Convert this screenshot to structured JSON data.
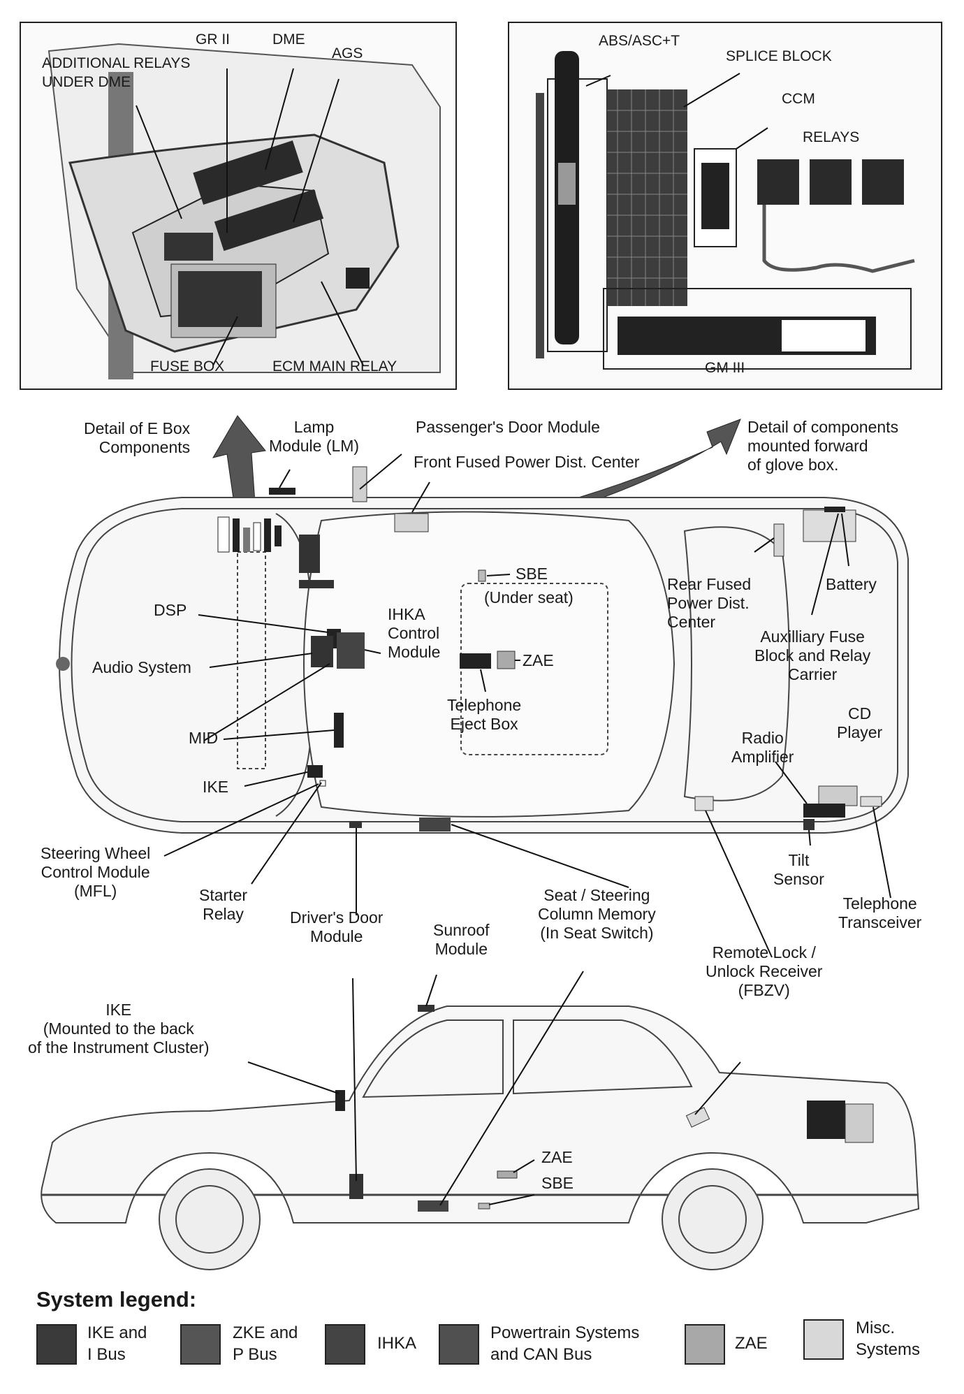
{
  "panels": {
    "ebox": {
      "additional_relays": "ADDITIONAL RELAYS\nUNDER DME",
      "gr2": "GR II",
      "dme": "DME",
      "ags": "AGS",
      "fuse_box": "FUSE BOX",
      "ecm_main_relay": "ECM MAIN RELAY"
    },
    "glovebox": {
      "abs": "ABS/ASC+T",
      "splice_block": "SPLICE BLOCK",
      "ccm": "CCM",
      "relays": "RELAYS",
      "gm3": "GM III"
    }
  },
  "callouts": {
    "detail_ebox": "Detail of E Box\nComponents",
    "lamp_module": "Lamp\nModule (LM)",
    "passenger_door": "Passenger's Door Module",
    "front_fused": "Front Fused Power Dist. Center",
    "detail_forward": "Detail of components\nmounted forward\nof glove box.",
    "sbe_top": "SBE",
    "under_seat": "(Under seat)",
    "rear_fused": "Rear Fused\nPower Dist.\nCenter",
    "battery": "Battery",
    "dsp": "DSP",
    "ihka": "IHKA\nControl\nModule",
    "audio": "Audio System",
    "zae_top": "ZAE",
    "aux_fuse": "Auxilliary Fuse\nBlock and Relay\nCarrier",
    "telephone_eject": "Telephone\nEject Box",
    "cd_player": "CD\nPlayer",
    "mid": "MID",
    "radio_amp": "Radio\nAmplifier",
    "ike_top": "IKE",
    "steering_wheel": "Steering Wheel\nControl Module\n(MFL)",
    "starter_relay": "Starter\nRelay",
    "drivers_door": "Driver's Door\nModule",
    "sunroof": "Sunroof\nModule",
    "seat_steering": "Seat / Steering\nColumn Memory\n(In Seat Switch)",
    "tilt_sensor": "Tilt\nSensor",
    "telephone_transceiver": "Telephone\nTransceiver",
    "remote_lock": "Remote Lock /\nUnlock Receiver\n(FBZV)",
    "ike_side": "IKE\n(Mounted to the back\nof the Instrument Cluster)",
    "zae_side": "ZAE",
    "sbe_side": "SBE"
  },
  "legend": {
    "title": "System legend:",
    "items": [
      {
        "label": "IKE and\nI Bus",
        "color": "#3a3a3a"
      },
      {
        "label": "ZKE and\nP Bus",
        "color": "#555555"
      },
      {
        "label": "IHKA",
        "color": "#444444"
      },
      {
        "label": "Powertrain Systems\nand CAN Bus",
        "color": "#505050"
      },
      {
        "label": "ZAE",
        "color": "#a8a8a8"
      },
      {
        "label": "Misc.\nSystems",
        "color": "#d8d8d8"
      }
    ]
  }
}
